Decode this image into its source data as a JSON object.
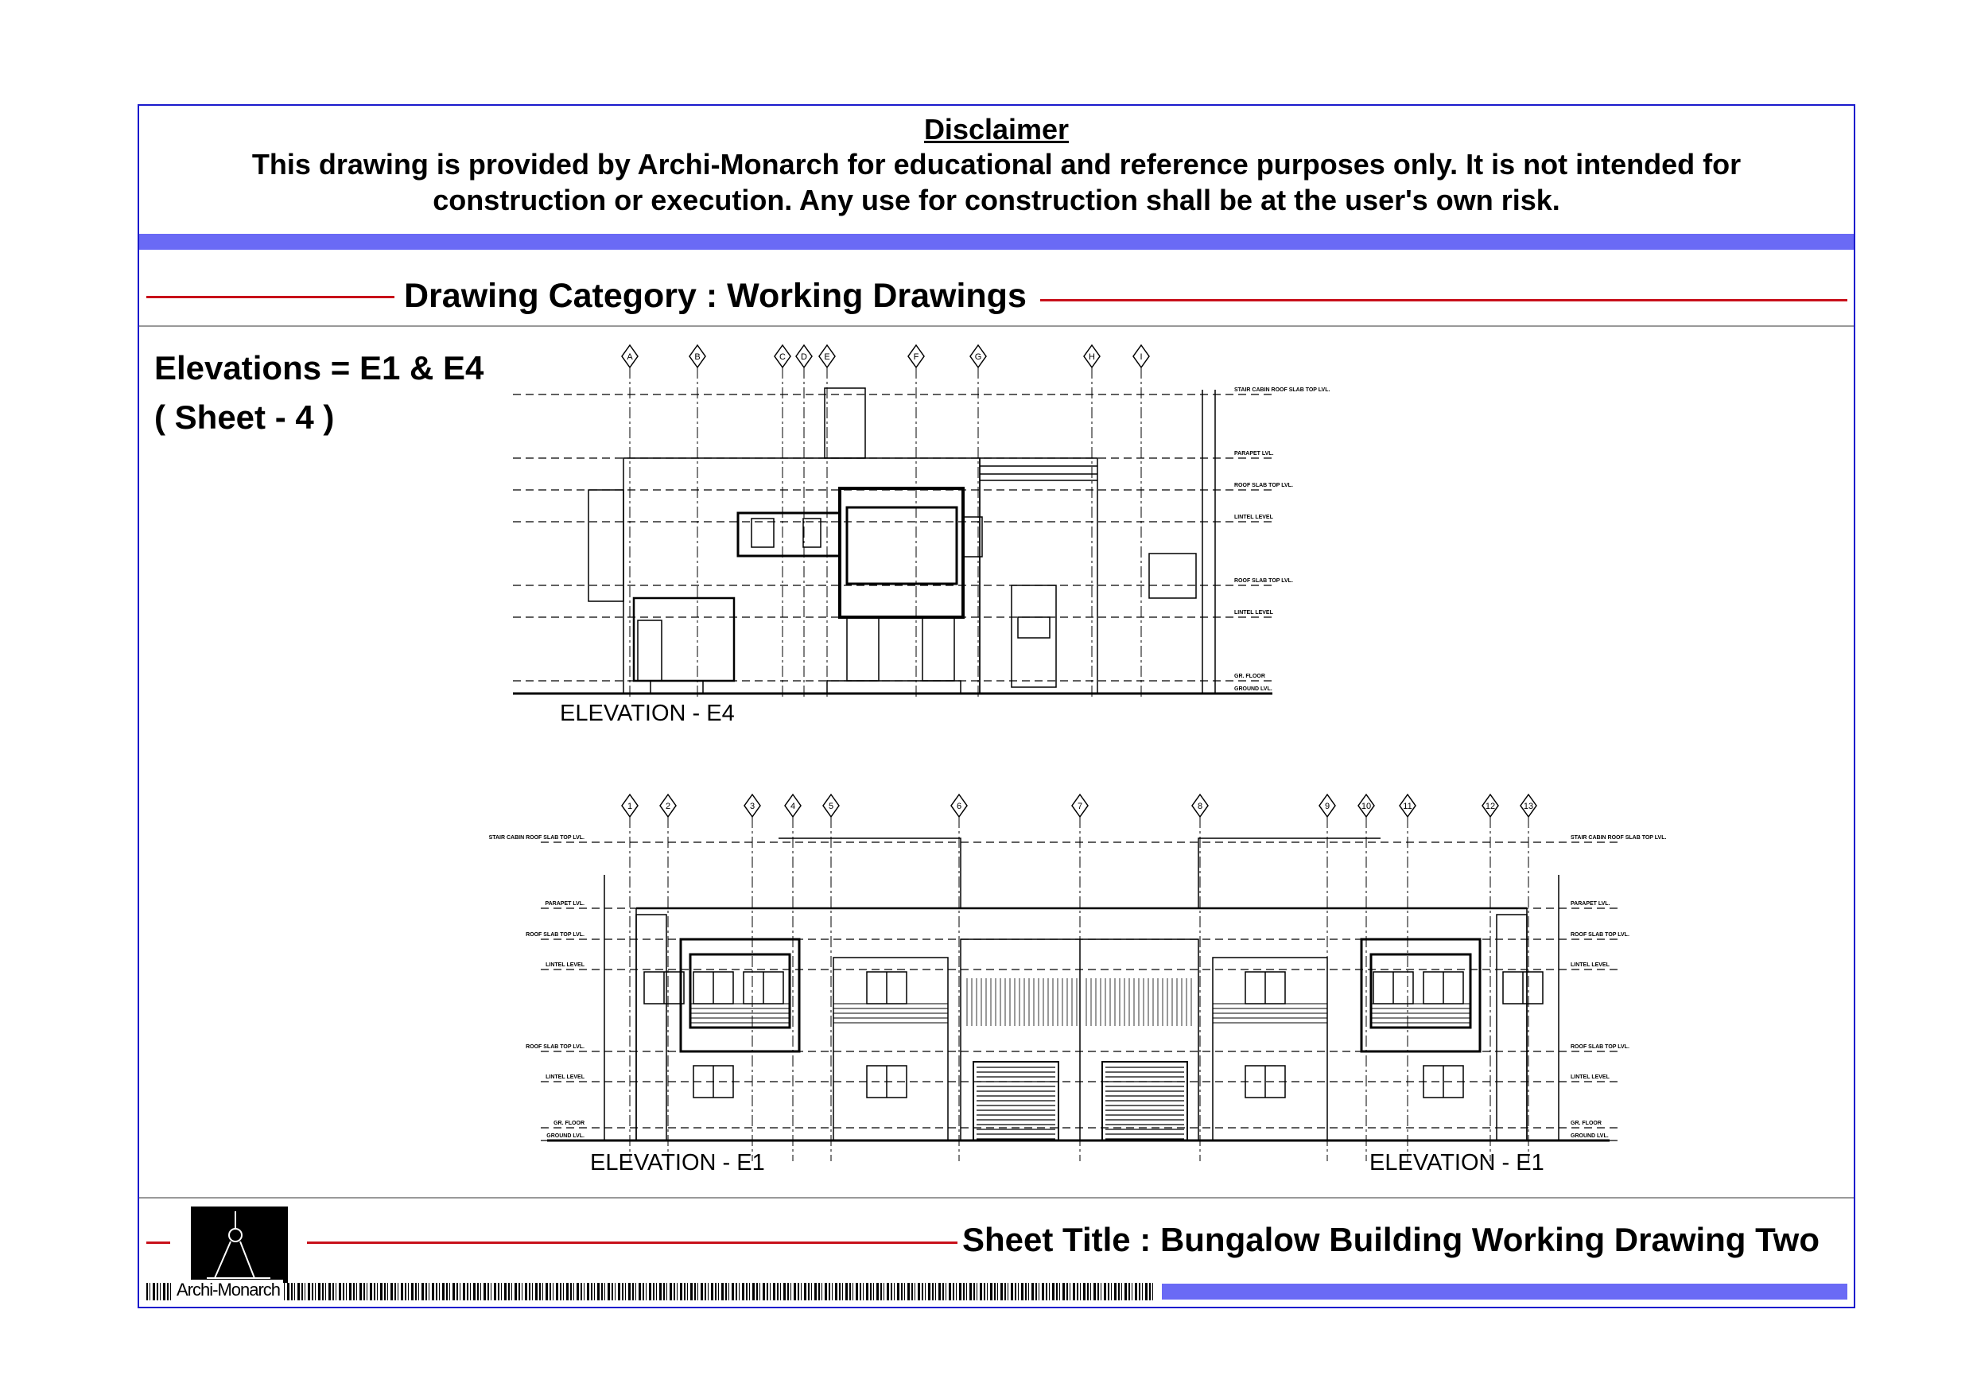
{
  "disclaimer": {
    "title": "Disclaimer",
    "body": "This drawing is provided by Archi-Monarch for educational and reference purposes only. It is not intended for construction or execution. Any use for construction shall be at the user's own risk."
  },
  "category": "Drawing Category : Working Drawings",
  "elevations": {
    "line1": "Elevations = E1 & E4",
    "line2": "( Sheet - 4 )"
  },
  "e4": {
    "title": "ELEVATION - E4",
    "grids": [
      "A",
      "B",
      "C",
      "D",
      "E",
      "F",
      "G",
      "H",
      "I"
    ],
    "levels": [
      "STAIR CABIN ROOF SLAB TOP LVL.",
      "PARAPET LVL.",
      "ROOF SLAB TOP LVL.",
      "LINTEL LEVEL",
      "ROOF SLAB TOP LVL.",
      "LINTEL LEVEL",
      "GR. FLOOR",
      "GROUND LVL."
    ]
  },
  "e1": {
    "title_left": "ELEVATION - E1",
    "title_right": "ELEVATION - E1",
    "grids": [
      "1",
      "2",
      "3",
      "4",
      "5",
      "6",
      "7",
      "8",
      "9",
      "10",
      "11",
      "12",
      "13"
    ],
    "levels": [
      "STAIR CABIN ROOF SLAB TOP LVL.",
      "PARAPET LVL.",
      "ROOF SLAB TOP LVL.",
      "LINTEL LEVEL",
      "ROOF SLAB TOP LVL.",
      "LINTEL LEVEL",
      "GR. FLOOR",
      "GROUND LVL."
    ]
  },
  "footer": {
    "sheet_title": "Sheet Title : Bungalow Building Working Drawing Two",
    "brand": "Archi-Monarch"
  },
  "colors": {
    "frame": "#1a1acc",
    "band": "#6a6af5",
    "rule": "#c8101a"
  }
}
